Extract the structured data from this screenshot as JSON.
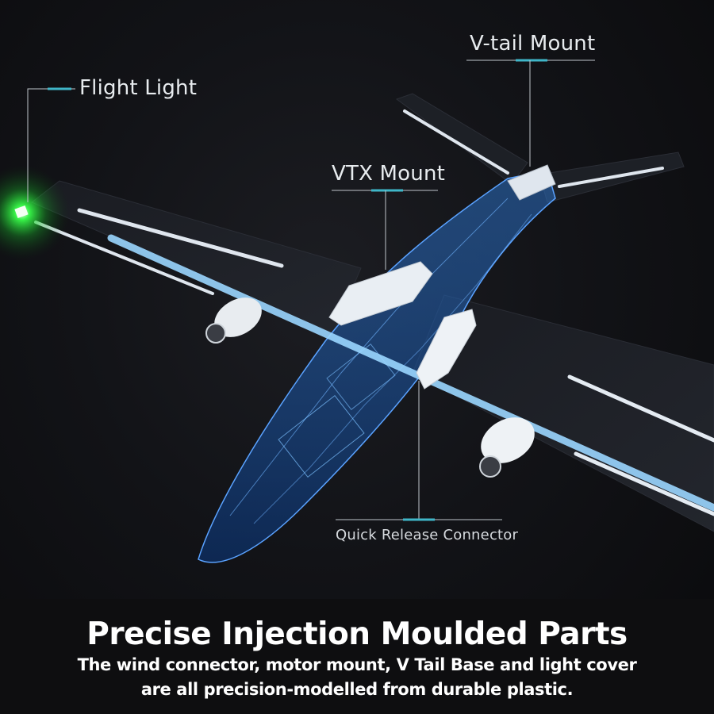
{
  "callouts": {
    "flight_light": "Flight Light",
    "vtail_mount": "V-tail Mount",
    "vtx_mount": "VTX Mount",
    "quick_release": "Quick Release Connector"
  },
  "banner": {
    "headline": "Precise Injection Moulded Parts",
    "line1": "The wind connector, motor mount, V Tail Base and light cover",
    "line2": "are all precision-modelled from durable plastic."
  },
  "colors": {
    "accent_teal": "#3fb6c8",
    "flight_light_green": "#39ff4a",
    "spar_blue": "#8fd3ff",
    "fuselage_blue": "#1e5fb0"
  }
}
